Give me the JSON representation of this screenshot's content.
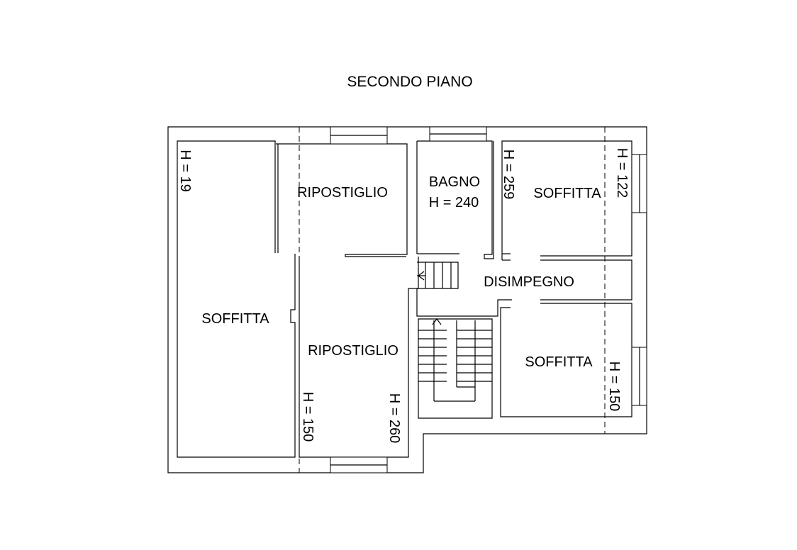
{
  "plan": {
    "title": "SECONDO PIANO",
    "line_color": "#000000",
    "background_color": "#ffffff",
    "rooms": {
      "soffitta_left": "SOFFITTA",
      "ripostiglio_top": "RIPOSTIGLIO",
      "bagno_name": "BAGNO",
      "bagno_height": "H = 240",
      "soffitta_top_right": "SOFFITTA",
      "disimpegno": "DISIMPEGNO",
      "ripostiglio_bottom": "RIPOSTIGLIO",
      "soffitta_bottom_right": "SOFFITTA"
    },
    "heights": {
      "left_soffitta": "H = 19",
      "ripostiglio_left": "H = 150",
      "ripostiglio_right": "H = 260",
      "soffitta_top_right_left": "H = 259",
      "soffitta_top_right_right": "H = 122",
      "soffitta_bottom_right": "H = 150"
    }
  }
}
